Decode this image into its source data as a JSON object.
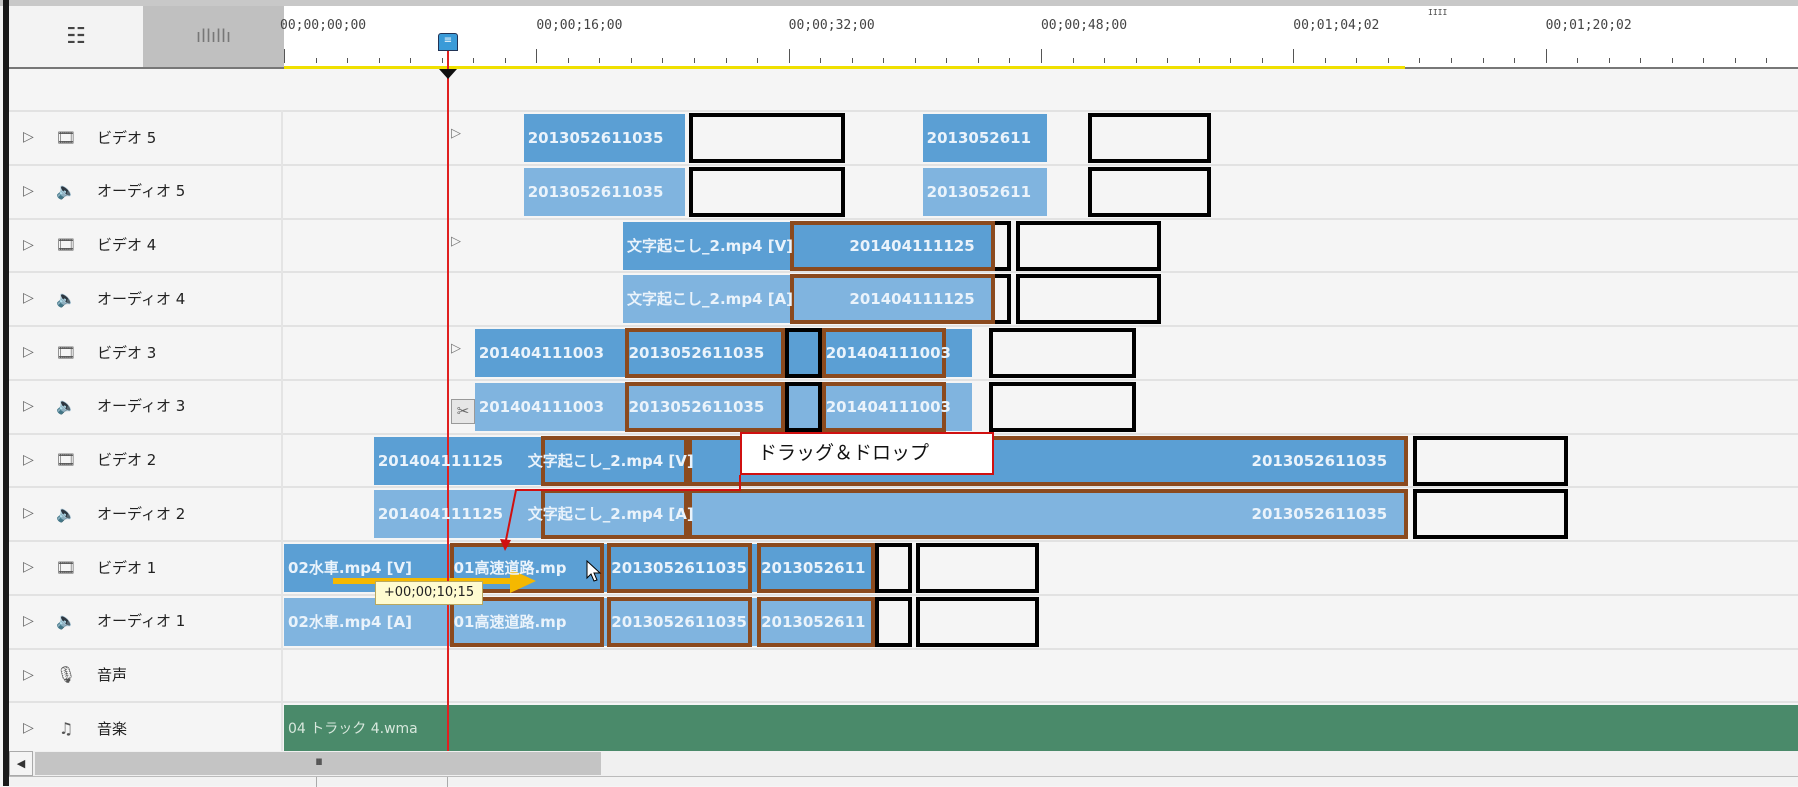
{
  "header": {
    "tab_tracks_icon": "☷",
    "tab_waveform_icon": "ıllıllı"
  },
  "ruler": {
    "labels": [
      {
        "t": 0,
        "text": "00;00;00;00"
      },
      {
        "t": 16,
        "text": "00;00;16;00"
      },
      {
        "t": 32,
        "text": "00;00;32;00"
      },
      {
        "t": 48,
        "text": "00;00;48;00"
      },
      {
        "t": 64,
        "text": "00;01;04;02"
      },
      {
        "t": 80,
        "text": "00;01;20;02"
      }
    ],
    "marker": "IIII"
  },
  "playhead": {
    "time_s": 10.4
  },
  "tracks": [
    {
      "label": "ビデオ 5",
      "icon": "film-icon",
      "kind": "v"
    },
    {
      "label": "オーディオ 5",
      "icon": "speaker-icon",
      "kind": "a"
    },
    {
      "label": "ビデオ 4",
      "icon": "film-icon",
      "kind": "v"
    },
    {
      "label": "オーディオ 4",
      "icon": "speaker-icon",
      "kind": "a"
    },
    {
      "label": "ビデオ 3",
      "icon": "film-icon",
      "kind": "v"
    },
    {
      "label": "オーディオ 3",
      "icon": "speaker-icon",
      "kind": "a"
    },
    {
      "label": "ビデオ 2",
      "icon": "film-icon",
      "kind": "v"
    },
    {
      "label": "オーディオ 2",
      "icon": "speaker-icon",
      "kind": "a"
    },
    {
      "label": "ビデオ 1",
      "icon": "film-icon",
      "kind": "v"
    },
    {
      "label": "オーディオ 1",
      "icon": "speaker-icon",
      "kind": "a"
    },
    {
      "label": "音声",
      "icon": "microphone-icon",
      "kind": "a"
    },
    {
      "label": "音楽",
      "icon": "music-icon",
      "kind": "m"
    }
  ],
  "clips": [
    {
      "track": 0,
      "start": 15.2,
      "end": 25.4,
      "labels": [
        {
          "t": 15.2,
          "text": "2013052611035"
        }
      ]
    },
    {
      "track": 0,
      "start": 40.5,
      "end": 48.4,
      "labels": [
        {
          "t": 40.5,
          "text": "2013052611"
        }
      ]
    },
    {
      "track": 1,
      "start": 15.2,
      "end": 25.4,
      "labels": [
        {
          "t": 15.2,
          "text": "2013052611035"
        }
      ]
    },
    {
      "track": 1,
      "start": 40.5,
      "end": 48.4,
      "labels": [
        {
          "t": 40.5,
          "text": "2013052611"
        }
      ]
    },
    {
      "track": 2,
      "start": 21.5,
      "end": 45.1,
      "labels": [
        {
          "t": 21.5,
          "text": "文字起こし_2.mp4 [V]"
        },
        {
          "t": 35.6,
          "text": "201404111125"
        }
      ]
    },
    {
      "track": 3,
      "start": 21.5,
      "end": 45.1,
      "labels": [
        {
          "t": 21.5,
          "text": "文字起こし_2.mp4 [A]"
        },
        {
          "t": 35.6,
          "text": "201404111125"
        }
      ]
    },
    {
      "track": 4,
      "start": 12.1,
      "end": 43.6,
      "labels": [
        {
          "t": 12.1,
          "text": "201404111003"
        },
        {
          "t": 21.6,
          "text": "2013052611035"
        },
        {
          "t": 34.1,
          "text": "201404111003"
        }
      ]
    },
    {
      "track": 5,
      "start": 12.1,
      "end": 43.6,
      "labels": [
        {
          "t": 12.1,
          "text": "201404111003"
        },
        {
          "t": 21.6,
          "text": "2013052611035"
        },
        {
          "t": 34.1,
          "text": "201404111003"
        }
      ]
    },
    {
      "track": 6,
      "start": 5.7,
      "end": 71.3,
      "labels": [
        {
          "t": 5.7,
          "text": "201404111125"
        },
        {
          "t": 15.2,
          "text": "文字起こし_2.mp4 [V]"
        },
        {
          "t": 61.1,
          "text": "2013052611035"
        }
      ]
    },
    {
      "track": 7,
      "start": 5.7,
      "end": 71.3,
      "labels": [
        {
          "t": 5.7,
          "text": "201404111125"
        },
        {
          "t": 15.2,
          "text": "文字起こし_2.mp4 [A]"
        },
        {
          "t": 61.1,
          "text": "2013052611035"
        }
      ]
    },
    {
      "track": 8,
      "start": 0,
      "end": 37.5,
      "labels": [
        {
          "t": 0,
          "text": "02水車.mp4 [V]"
        },
        {
          "t": 10.5,
          "text": "01高速道路.mp"
        },
        {
          "t": 20.5,
          "text": "2013052611035"
        },
        {
          "t": 30.0,
          "text": "2013052611"
        }
      ]
    },
    {
      "track": 9,
      "start": 0,
      "end": 37.5,
      "labels": [
        {
          "t": 0,
          "text": "02水車.mp4 [A]"
        },
        {
          "t": 10.5,
          "text": "01高速道路.mp"
        },
        {
          "t": 20.5,
          "text": "2013052611035"
        },
        {
          "t": 30.0,
          "text": "2013052611"
        }
      ]
    },
    {
      "track": 11,
      "start": 0,
      "end": 97,
      "labels": [
        {
          "t": 0,
          "text": "04 トラック 4.wma"
        }
      ]
    }
  ],
  "outlines": [
    {
      "tracks": [
        0,
        1
      ],
      "start": 25.7,
      "end": 35.6,
      "style": "blackfill"
    },
    {
      "tracks": [
        0,
        1
      ],
      "start": 51.0,
      "end": 58.8,
      "style": "blackfill"
    },
    {
      "tracks": [
        2,
        3
      ],
      "start": 32.1,
      "end": 46.1,
      "style": "black"
    },
    {
      "tracks": [
        2,
        3
      ],
      "start": 32.1,
      "end": 45.1,
      "style": "brown"
    },
    {
      "tracks": [
        2,
        3
      ],
      "start": 46.4,
      "end": 55.6,
      "style": "blackfill"
    },
    {
      "tracks": [
        4,
        5
      ],
      "start": 21.6,
      "end": 31.8,
      "style": "brown"
    },
    {
      "tracks": [
        4,
        5
      ],
      "start": 31.8,
      "end": 34.1,
      "style": "blackfill"
    },
    {
      "tracks": [
        4,
        5
      ],
      "start": 34.1,
      "end": 42.0,
      "style": "brown"
    },
    {
      "tracks": [
        4,
        5
      ],
      "start": 44.7,
      "end": 54.0,
      "style": "blackfill"
    },
    {
      "tracks": [
        6,
        7
      ],
      "start": 16.3,
      "end": 25.6,
      "style": "brown"
    },
    {
      "tracks": [
        6,
        7
      ],
      "start": 25.6,
      "end": 71.3,
      "style": "brown"
    },
    {
      "tracks": [
        6,
        7
      ],
      "start": 71.6,
      "end": 81.4,
      "style": "blackfill"
    },
    {
      "tracks": [
        8,
        9
      ],
      "start": 10.5,
      "end": 20.3,
      "style": "brown"
    },
    {
      "tracks": [
        8,
        9
      ],
      "start": 20.5,
      "end": 29.7,
      "style": "brown"
    },
    {
      "tracks": [
        8,
        9
      ],
      "start": 30.0,
      "end": 37.5,
      "style": "brown"
    },
    {
      "tracks": [
        8,
        9
      ],
      "start": 37.5,
      "end": 39.8,
      "style": "blackfill"
    },
    {
      "tracks": [
        8,
        9
      ],
      "start": 40.1,
      "end": 47.9,
      "style": "blackfill"
    }
  ],
  "annotation": {
    "callout": "ドラッグ＆ドロップ",
    "tooltip": "+00;00;10;15"
  },
  "scrollbar": {
    "left_arrow": "◀",
    "grip": "IIIIIIII"
  }
}
